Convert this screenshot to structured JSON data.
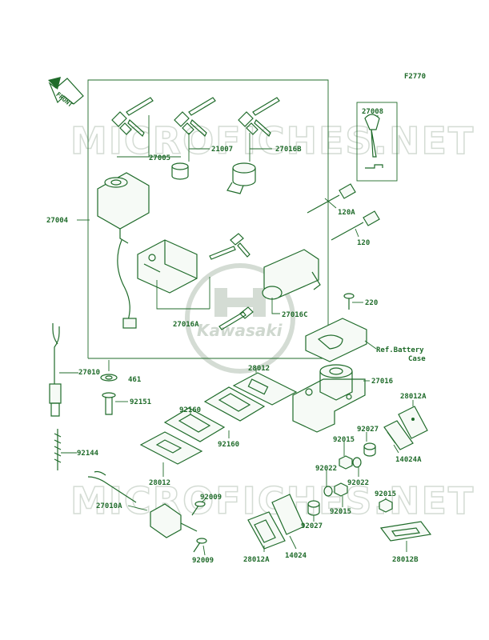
{
  "figure_code": "F2770",
  "front_label": "FRONT",
  "watermark_text": "MICROFICHES.NET",
  "brand_text": "Kawasaki",
  "colors": {
    "ink": "#1f6b2a",
    "watermark": "#d4dcd4"
  },
  "labels": {
    "p27008": "27008",
    "p27005": "27005",
    "p21007": "21007",
    "p27016B": "27016B",
    "p27004": "27004",
    "p120A": "120A",
    "p120": "120",
    "p220": "220",
    "p27016A": "27016A",
    "p27016C": "27016C",
    "ref_battery_line1": "Ref.Battery",
    "ref_battery_line2": "Case",
    "p27010": "27010",
    "p461": "461",
    "p28012_top": "28012",
    "p27016": "27016",
    "p92151": "92151",
    "p92160_a": "92160",
    "p92160_b": "92160",
    "p28012A_top": "28012A",
    "p92027_a": "92027",
    "p92015_a": "92015",
    "p92144": "92144",
    "p28012_bottom": "28012",
    "p92022_a": "92022",
    "p92022_b": "92022",
    "p14024A": "14024A",
    "p92009_a": "92009",
    "p27010A": "27010A",
    "p92015_b": "92015",
    "p92015_c": "92015",
    "p92027_b": "92027",
    "p92009_b": "92009",
    "p28012A_bottom": "28012A",
    "p14024": "14024",
    "p28012B": "28012B"
  }
}
